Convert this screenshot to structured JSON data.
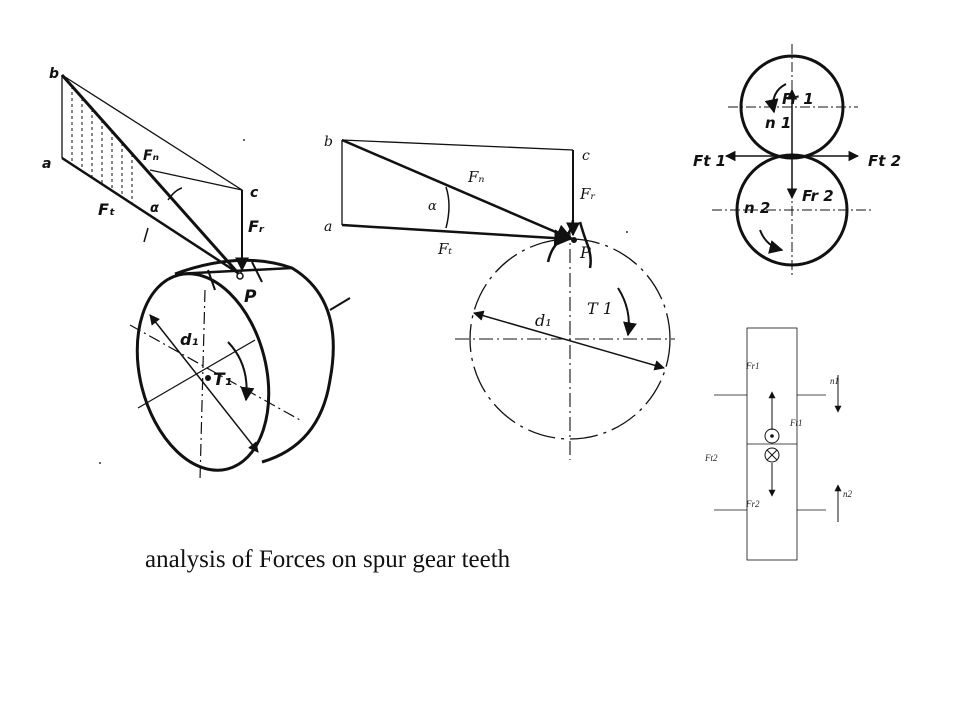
{
  "caption": "analysis of Forces on spur gear teeth",
  "figure_left": {
    "labels": {
      "b": "b",
      "a": "a",
      "c": "c",
      "Fn": "Fₙ",
      "Ft": "Fₜ",
      "Fr": "Fᵣ",
      "alpha": "α",
      "P": "P",
      "d1": "d₁",
      "T1": "T₁"
    }
  },
  "figure_middle": {
    "labels": {
      "b": "b",
      "a": "a",
      "c": "c",
      "Fn": "Fₙ",
      "Ft": "Fₜ",
      "Fr": "Fᵣ",
      "alpha": "α",
      "P": "P",
      "d1": "d₁",
      "T1": "T 1"
    }
  },
  "figure_mesh": {
    "labels": {
      "Fr1": "Fr 1",
      "n1": "n 1",
      "Ft1": "Ft 1",
      "Ft2": "Ft 2",
      "Fr2": "Fr 2",
      "n2": "n 2"
    }
  },
  "figure_side": {
    "labels": {
      "Fr1": "Fr1",
      "n1": "n1",
      "Ft1": "Ft1",
      "Ft2": "Ft2",
      "Fr2": "Fr2",
      "n2": "n2"
    }
  }
}
